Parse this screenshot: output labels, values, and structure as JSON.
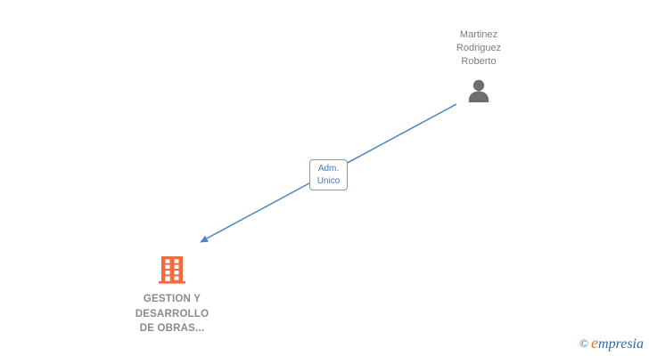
{
  "person": {
    "name_lines": [
      "Martinez",
      "Rodriguez",
      "Roberto"
    ]
  },
  "relationship": {
    "label_lines": [
      "Adm.",
      "Unico"
    ]
  },
  "company": {
    "name_lines": [
      "GESTION Y",
      "DESARROLLO",
      "DE OBRAS..."
    ]
  },
  "watermark": {
    "copyright_symbol": "©",
    "brand_head": "e",
    "brand_tail": "mpresia"
  },
  "colors": {
    "connector_blue": "#4a86ca",
    "label_border_blue": "#6b9fd9",
    "label_text_blue": "#3e7cc1",
    "person_gray": "#6e6e6e",
    "person_text_gray": "#7d7d7d",
    "company_text_gray": "#8a8a8a",
    "building_orange": "#f6693c",
    "brand_blue": "#2e6da4",
    "brand_orange": "#e87722",
    "background": "#ffffff"
  }
}
